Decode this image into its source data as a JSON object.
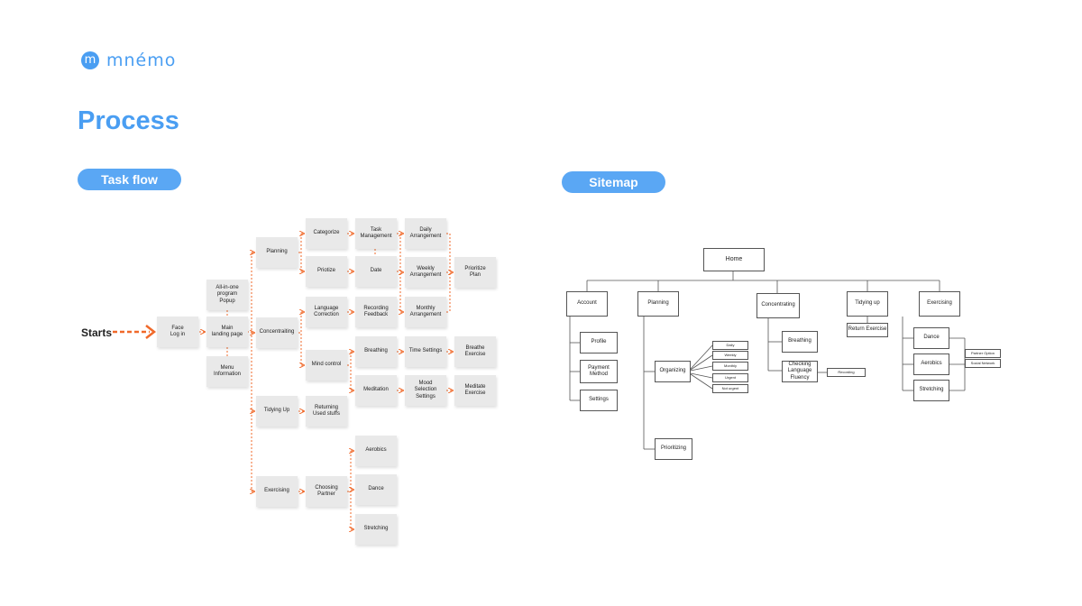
{
  "brand": {
    "logo_glyph": "m",
    "name": "mnémo",
    "color": "#4a9ef2"
  },
  "page_title": "Process",
  "sections": {
    "task_flow": "Task flow",
    "sitemap": "Sitemap"
  },
  "task_flow": {
    "start_label": "Starts",
    "nodes": {
      "face_login": "Face\nLog in",
      "popup": "All-in-one\nprogram\nPopup",
      "main_landing": "Main\nlanding page",
      "menu_info": "Menu\nInformation",
      "planning": "Planning",
      "concentrating": "Concentraiting",
      "tidying_up": "Tidying Up",
      "exercising": "Exercising",
      "categorize": "Categorize",
      "priotize": "Priotize",
      "language_correction": "Language\nCorrection",
      "mind_control": "Mind control",
      "returning": "Returning\nUsed stuffs",
      "choosing_partner": "Choosing\nPartner",
      "task_management": "Task\nManagement",
      "date": "Date",
      "recording_feedback": "Recording\nFeedback",
      "breathing": "Breathing",
      "meditation": "Meditation",
      "daily": "Daily\nArrangement",
      "weekly": "Weekly\nArrangement",
      "monthly": "Monthly\nArrangement",
      "time_settings": "Time Settings",
      "mood_selection": "Mood\nSelection\nSettings",
      "prioritize_plan": "Prioritize\nPlan",
      "breathe_exercise": "Breathe\nExercise",
      "meditate_exercise": "Meditate\nExercise",
      "aerobics": "Aerobics",
      "dance": "Dance",
      "stretching": "Stretching"
    },
    "arrow_color": "#f0692a"
  },
  "sitemap": {
    "nodes": {
      "home": "Home",
      "account": "Account",
      "planning": "Planning",
      "concentrating": "Concentrating",
      "tidying_up": "Tidying up",
      "exercising": "Exercising",
      "profile": "Profile",
      "payment_method": "Payment\nMethod",
      "settings": "Settings",
      "organizing": "Organizing",
      "prioritizing": "Prioritizing",
      "daily": "Daily",
      "weekly": "Weekly",
      "monthly": "Monthly",
      "urgent": "Urgent",
      "not_urgent": "Not urgent",
      "breathing": "Breathing",
      "checking_language": "Checking\nLanguage\nFluency",
      "recording": "Recording",
      "return_exercise": "Return Exercise",
      "dance": "Dance",
      "aerobics": "Aerobics",
      "stretching": "Stretching",
      "partner_option": "Partner Option",
      "social_network": "Social Network"
    }
  }
}
